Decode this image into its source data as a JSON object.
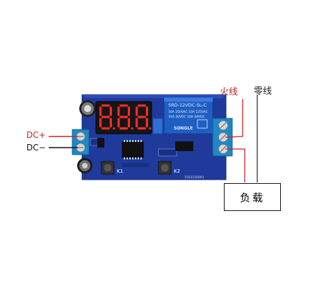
{
  "labels": {
    "dc_plus": "DC+",
    "dc_minus": "DC−",
    "live_wire": "火线",
    "neutral_wire": "零线",
    "load": "负载",
    "button_k1": "K1",
    "button_k2": "K2",
    "relay_model": "SRD-12VDC-SL-C",
    "relay_brand": "SONGLE",
    "relay_rating_1": "10A 250VAC  10A 125VAC",
    "relay_rating_2": "10A 30VDC  10A 28VDC",
    "board_code": "1503150891",
    "display_digits": "888"
  },
  "colors": {
    "pcb": "#1f3a9a",
    "terminal": "#1e88c9",
    "relay": "#1f5fc4",
    "live_wire": "#cc2222",
    "neutral_wire": "#333333",
    "display_on": "#ff2a2a"
  }
}
